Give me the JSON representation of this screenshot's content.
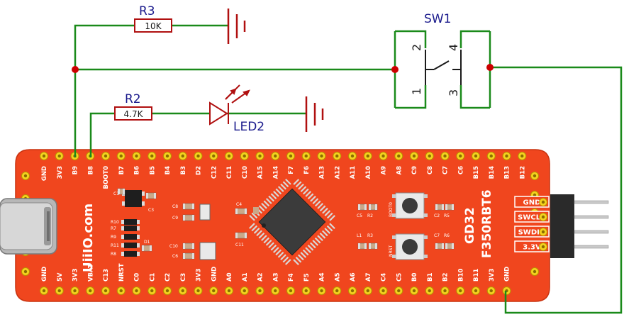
{
  "schematic": {
    "r3": {
      "ref": "R3",
      "value": "10K"
    },
    "r2": {
      "ref": "R2",
      "value": "4.7K"
    },
    "led": {
      "ref": "LED2"
    },
    "switch": {
      "ref": "SW1",
      "pins": [
        "1",
        "2",
        "3",
        "4"
      ]
    }
  },
  "board": {
    "brand": "UiiIO.com",
    "chip_line1": "GD32",
    "chip_line2": "F350RBT6",
    "top_pins": [
      "GND",
      "3V3",
      "B9",
      "B8",
      "BOOT0",
      "B7",
      "B6",
      "B5",
      "B4",
      "B3",
      "D2",
      "C12",
      "C11",
      "C10",
      "A15",
      "A14",
      "F7",
      "F6",
      "A13",
      "A12",
      "A11",
      "A10",
      "A9",
      "A8",
      "C9",
      "C8",
      "C7",
      "C6",
      "B15",
      "B14",
      "B13",
      "B12"
    ],
    "bottom_pins": [
      "GND",
      "5V",
      "3V3",
      "VBAT",
      "C13",
      "NRST",
      "C0",
      "C1",
      "C2",
      "C3",
      "3V3",
      "GND",
      "A0",
      "A1",
      "A2",
      "A3",
      "F4",
      "F5",
      "A4",
      "A5",
      "A6",
      "A7",
      "C4",
      "C5",
      "B0",
      "B1",
      "B2",
      "B10",
      "B11",
      "3V3",
      "GND"
    ],
    "header_pins": [
      "GND",
      "SWCLK",
      "SWDIO",
      "3.3V"
    ],
    "components": {
      "c1": "C1",
      "c3": "C3",
      "c8": "C8",
      "c9": "C9",
      "c4": "C4",
      "c10": "C10",
      "c6": "C6",
      "c11": "C11",
      "r10": "R10",
      "r7": "R7",
      "r9": "R9",
      "r11": "R11",
      "r8": "R8",
      "d1": "D1",
      "boot0": "BOOT0",
      "nrst": "NRST",
      "c5": "C5",
      "r2": "R2",
      "c2": "C2",
      "r5": "R5",
      "l1": "L1",
      "r3": "R3",
      "c7": "C7",
      "r6": "R6"
    }
  },
  "colors": {
    "wire": "#1a8a1a",
    "component": "#b01010",
    "junction": "#cc0000",
    "label": "#1a1a8c",
    "board": "#f0461e"
  }
}
